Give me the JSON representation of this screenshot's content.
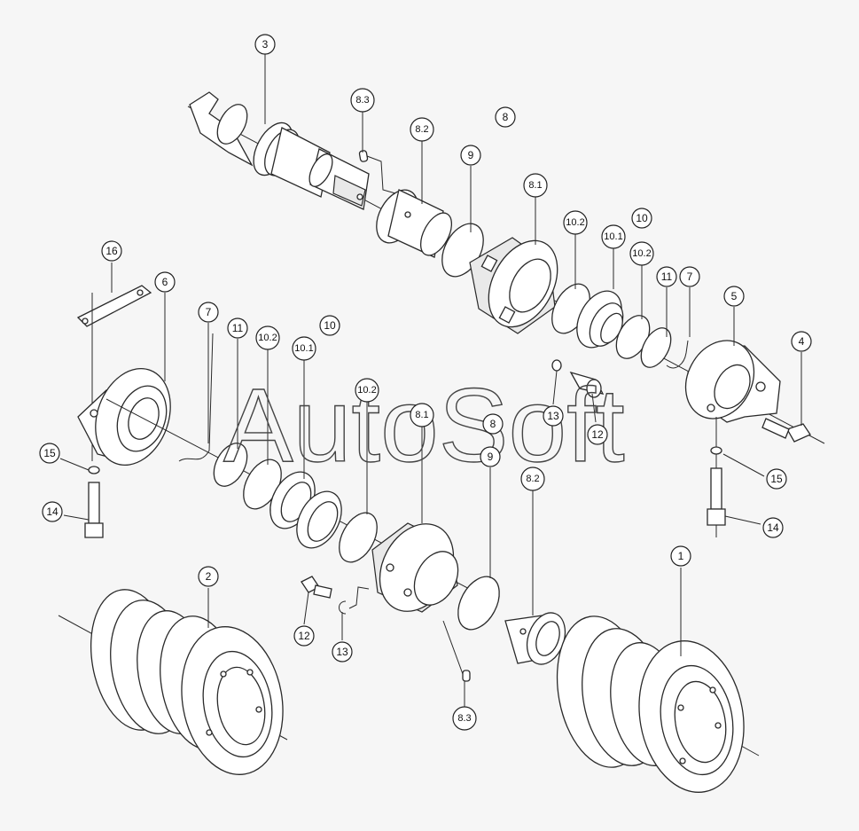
{
  "watermark": "AutoSoft",
  "callouts": {
    "c1": "1",
    "c2": "2",
    "c3": "3",
    "c4": "4",
    "c5": "5",
    "c6": "6",
    "c7a": "7",
    "c7b": "7",
    "c8a": "8",
    "c8b": "8",
    "c81a": "8.1",
    "c81b": "8.1",
    "c82a": "8.2",
    "c82b": "8.2",
    "c83a": "8.3",
    "c83b": "8.3",
    "c9a": "9",
    "c9b": "9",
    "c10a": "10",
    "c10b": "10",
    "c101a": "10.1",
    "c101b": "10.1",
    "c102a": "10.2",
    "c102b": "10.2",
    "c102c": "10.2",
    "c11a": "11",
    "c11b": "11",
    "c12a": "12",
    "c12b": "12",
    "c13a": "13",
    "c13b": "13",
    "c14a": "14",
    "c14b": "14",
    "c15a": "15",
    "c15b": "15",
    "c16": "16"
  }
}
